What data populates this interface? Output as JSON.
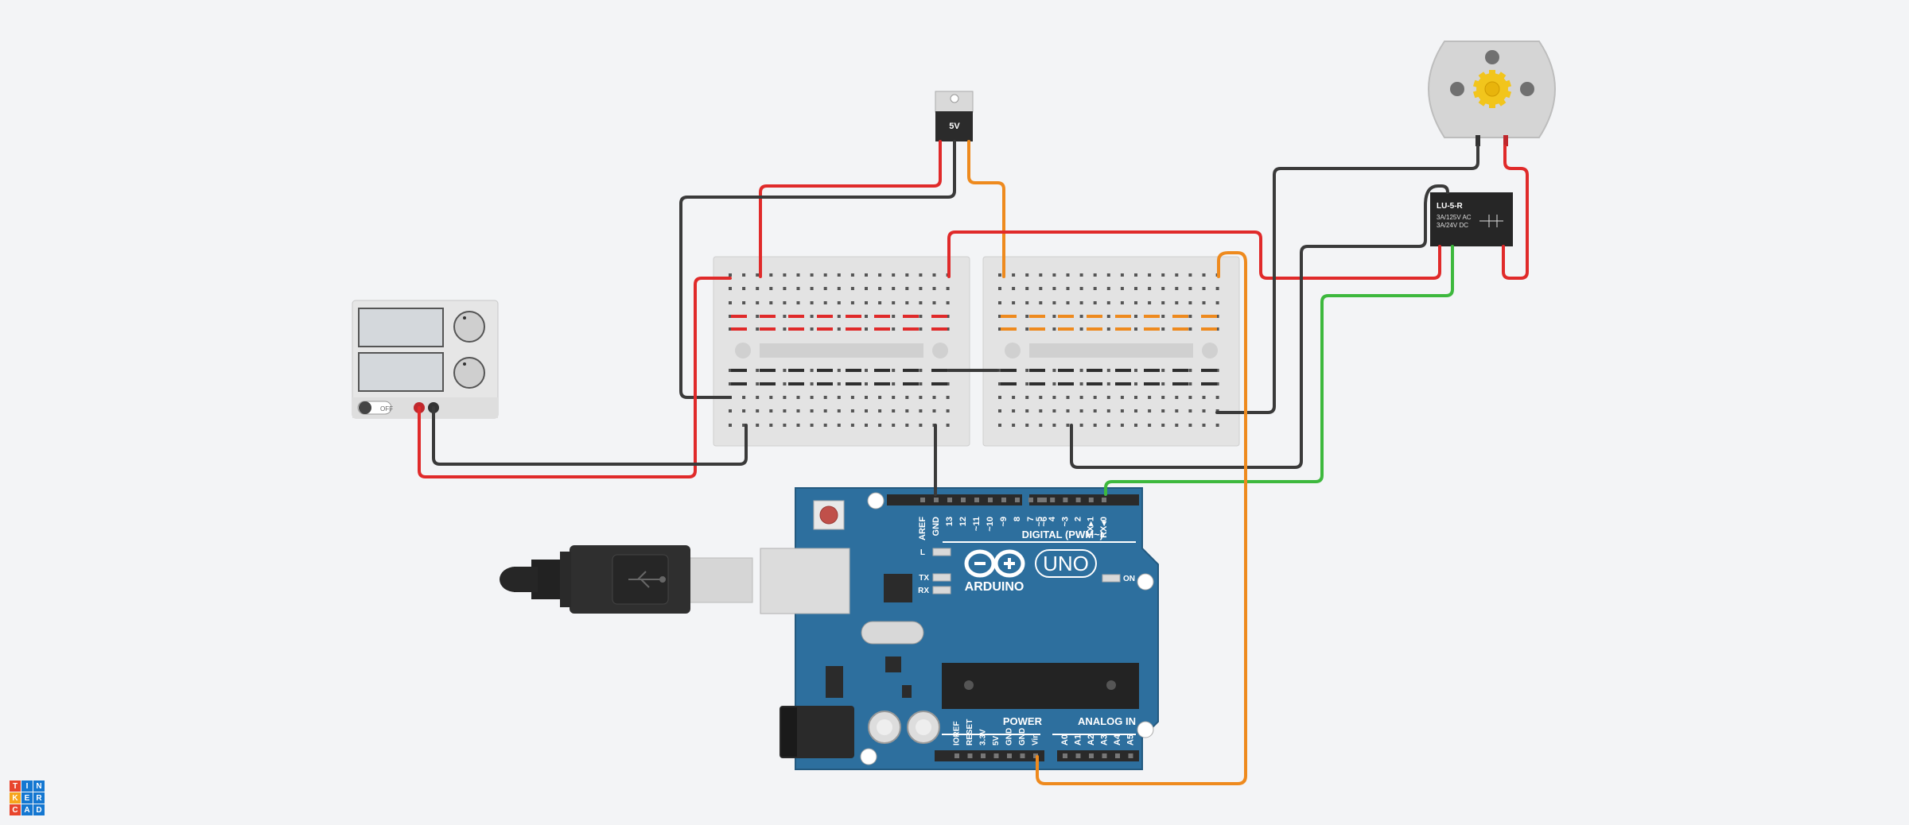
{
  "app": {
    "name": "Tinkercad",
    "logo_letters": [
      "T",
      "I",
      "N",
      "K",
      "E",
      "R",
      "C",
      "A",
      "D"
    ],
    "logo_colors": [
      "#e8452c",
      "#1477d1",
      "#1477d1",
      "#f7a51c",
      "#1477d1",
      "#1477d1",
      "#e8452c",
      "#1477d1",
      "#1477d1"
    ]
  },
  "components": {
    "regulator": {
      "label": "5V"
    },
    "relay": {
      "label": "LU-5-R",
      "line1": "3A/125V AC",
      "line2": "3A/24V  DC"
    },
    "power_supply": {
      "switch_label": "OFF"
    },
    "arduino": {
      "brand": "ARDUINO",
      "model": "UNO",
      "digital_label": "DIGITAL (PWM~)",
      "power_label": "POWER",
      "analog_label": "ANALOG IN",
      "on_label": "ON",
      "l_label": "L",
      "tx_label": "TX",
      "rx_label": "RX",
      "digital_pins": [
        "AREF",
        "GND",
        "13",
        "12",
        "~11",
        "~10",
        "~9",
        "8",
        "7",
        "~6",
        "~5",
        "4",
        "~3",
        "2",
        "TX▸1",
        "RX◂0"
      ],
      "power_pins": [
        "IOREF",
        "RESET",
        "3.3V",
        "5V",
        "GND",
        "GND",
        "Vin"
      ],
      "analog_pins": [
        "A0",
        "A1",
        "A2",
        "A3",
        "A4",
        "A5"
      ]
    }
  },
  "wire_colors": {
    "red": "#e02a2a",
    "black": "#3a3a3a",
    "orange": "#ee8a1e",
    "green": "#3db83d"
  }
}
